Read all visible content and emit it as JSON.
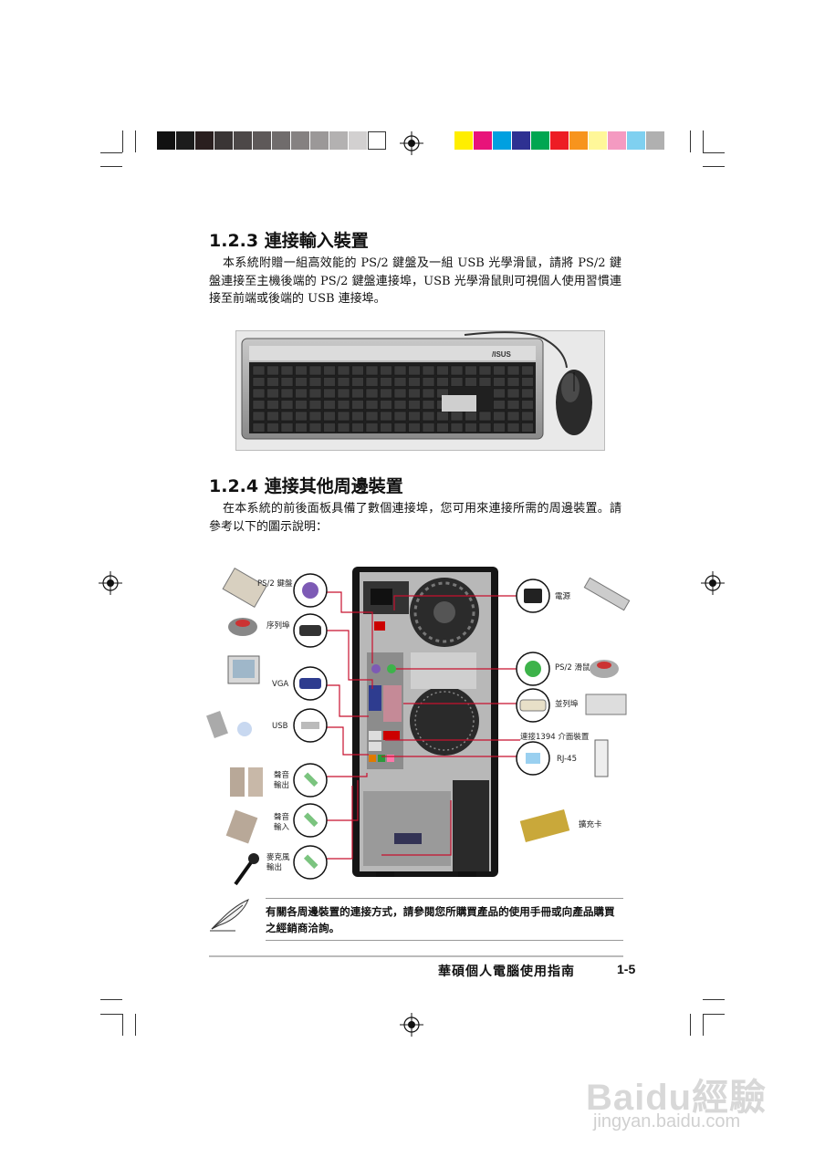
{
  "section_1": {
    "heading": "1.2.3 連接輸入裝置",
    "paragraph": "本系統附贈一組高效能的 PS/2 鍵盤及一組 USB 光學滑鼠，請將 PS/2 鍵盤連接至主機後端的 PS/2 鍵盤連接埠，USB 光學滑鼠則可視個人使用習慣連接至前端或後端的 USB 連接埠。",
    "photo_brand": "/ISUS"
  },
  "section_2": {
    "heading": "1.2.4 連接其他周邊裝置",
    "paragraph": "在本系統的前後面板具備了數個連接埠，您可用來連接所需的周邊裝置。請參考以下的圖示說明："
  },
  "diagram": {
    "left_labels": {
      "ps2_keyboard": "PS/2 鍵盤",
      "serial": "序列埠",
      "vga": "VGA",
      "usb": "USB",
      "audio_out": "聲音輸出",
      "audio_in": "聲音輸入",
      "mic": "麥克風輸出"
    },
    "right_labels": {
      "power": "電源",
      "ps2_mouse": "PS/2 滑鼠",
      "parallel": "並列埠",
      "ieee1394": "連接1394 介面裝置",
      "rj45": "RJ-45",
      "card": "擴充卡"
    }
  },
  "note": "有關各周邊裝置的連接方式，請參閱您所購買產品的使用手冊或向產品購買之經銷商洽詢。",
  "footer": {
    "title": "華碩個人電腦使用指南",
    "page_number": "1-5"
  },
  "watermark": {
    "brand": "Baidu經驗",
    "url": "jingyan.baidu.com"
  },
  "colors": {
    "gray_swatches": [
      "#111111",
      "#1c1c1c",
      "#2a1f1f",
      "#3a3535",
      "#4d4848",
      "#5e5959",
      "#706c6c",
      "#858181",
      "#9b9898",
      "#b3b1b1",
      "#d2d0d0",
      "#ffffff"
    ],
    "color_swatches": [
      "#ffee00",
      "#e8137a",
      "#00a0e0",
      "#2e3192",
      "#00a651",
      "#ed1c24",
      "#f7941d",
      "#fff799",
      "#f49ac1",
      "#7fd0f0",
      "#b0b0b0"
    ],
    "connector_line": "#c8102e"
  }
}
